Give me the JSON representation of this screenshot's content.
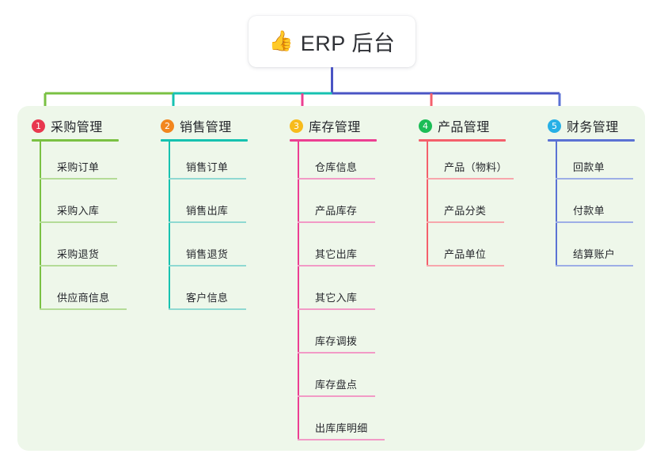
{
  "root": {
    "emoji": "👍",
    "emoji_name": "thumbs-up-icon",
    "title": "ERP 后台"
  },
  "panel": {
    "background_color": "#eef7ea"
  },
  "connector": {
    "trunk_color": "#4a54c4",
    "segments": [
      {
        "color": "#7ac143"
      },
      {
        "color": "#16c2b0"
      },
      {
        "color": "#4a54c4"
      }
    ]
  },
  "columns": [
    {
      "index": "1",
      "badge_label": "1",
      "badge_color": "#e8384f",
      "line_color": "#7ac143",
      "leaf_line_color": "#b4dc97",
      "title": "采购管理",
      "items": [
        {
          "label": "采购订单"
        },
        {
          "label": "采购入库"
        },
        {
          "label": "采购退货"
        },
        {
          "label": "供应商信息"
        }
      ]
    },
    {
      "index": "2",
      "badge_label": "2",
      "badge_color": "#f2861e",
      "line_color": "#16c2b0",
      "leaf_line_color": "#8fd9d2",
      "title": "销售管理",
      "items": [
        {
          "label": "销售订单"
        },
        {
          "label": "销售出库"
        },
        {
          "label": "销售退货"
        },
        {
          "label": "客户信息"
        }
      ]
    },
    {
      "index": "3",
      "badge_label": "3",
      "badge_color": "#f7bb1c",
      "line_color": "#ec3f92",
      "leaf_line_color": "#f29ac6",
      "title": "库存管理",
      "items": [
        {
          "label": "仓库信息"
        },
        {
          "label": "产品库存"
        },
        {
          "label": "其它出库"
        },
        {
          "label": "其它入库"
        },
        {
          "label": "库存调拨"
        },
        {
          "label": "库存盘点"
        },
        {
          "label": "出库库明细"
        }
      ]
    },
    {
      "index": "4",
      "badge_label": "4",
      "badge_color": "#1bbd56",
      "line_color": "#f4606c",
      "leaf_line_color": "#f7a6ac",
      "title": "产品管理",
      "items": [
        {
          "label": "产品（物料）"
        },
        {
          "label": "产品分类"
        },
        {
          "label": "产品单位"
        }
      ]
    },
    {
      "index": "5",
      "badge_label": "5",
      "badge_color": "#27b0e6",
      "line_color": "#5b72d4",
      "leaf_line_color": "#9daee6",
      "title": "财务管理",
      "items": [
        {
          "label": "回款单"
        },
        {
          "label": "付款单"
        },
        {
          "label": "结算账户"
        }
      ]
    }
  ]
}
